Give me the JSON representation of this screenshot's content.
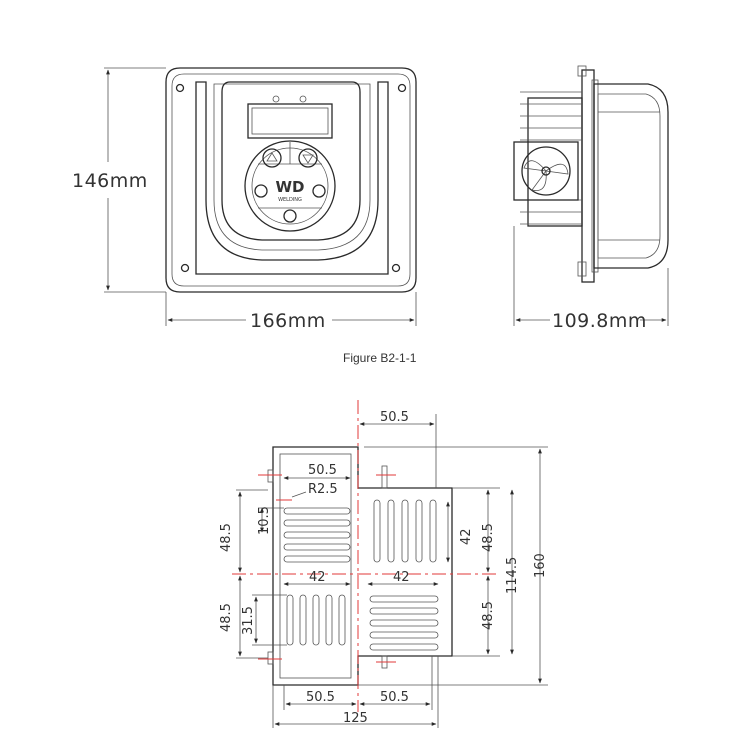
{
  "figure": {
    "caption": "Figure B2-1-1",
    "front_view": {
      "height_label": "146mm",
      "width_label": "166mm",
      "logo_text": "WD",
      "logo_subtext": "WELDING"
    },
    "side_view": {
      "depth_label": "109.8mm"
    }
  },
  "mounting": {
    "labels": {
      "top_center_width": "50.5",
      "inner_top_width": "50.5",
      "corner_radius": "R2.5",
      "slot_pitch": "10.5",
      "left_upper_height": "48.5",
      "left_lower_height": "48.5",
      "left_slot_height": "31.5",
      "center_left_width": "42",
      "center_right_width": "42",
      "right_inner_height": "42",
      "right_upper_height": "48.5",
      "right_lower_height": "48.5",
      "right_mid_height": "114.5",
      "overall_height": "160",
      "bottom_left_width": "50.5",
      "bottom_right_width": "50.5",
      "overall_width": "125"
    }
  },
  "colors": {
    "line": "#2a2a2a",
    "center_mark": "#e23a3a",
    "text": "#333333"
  }
}
